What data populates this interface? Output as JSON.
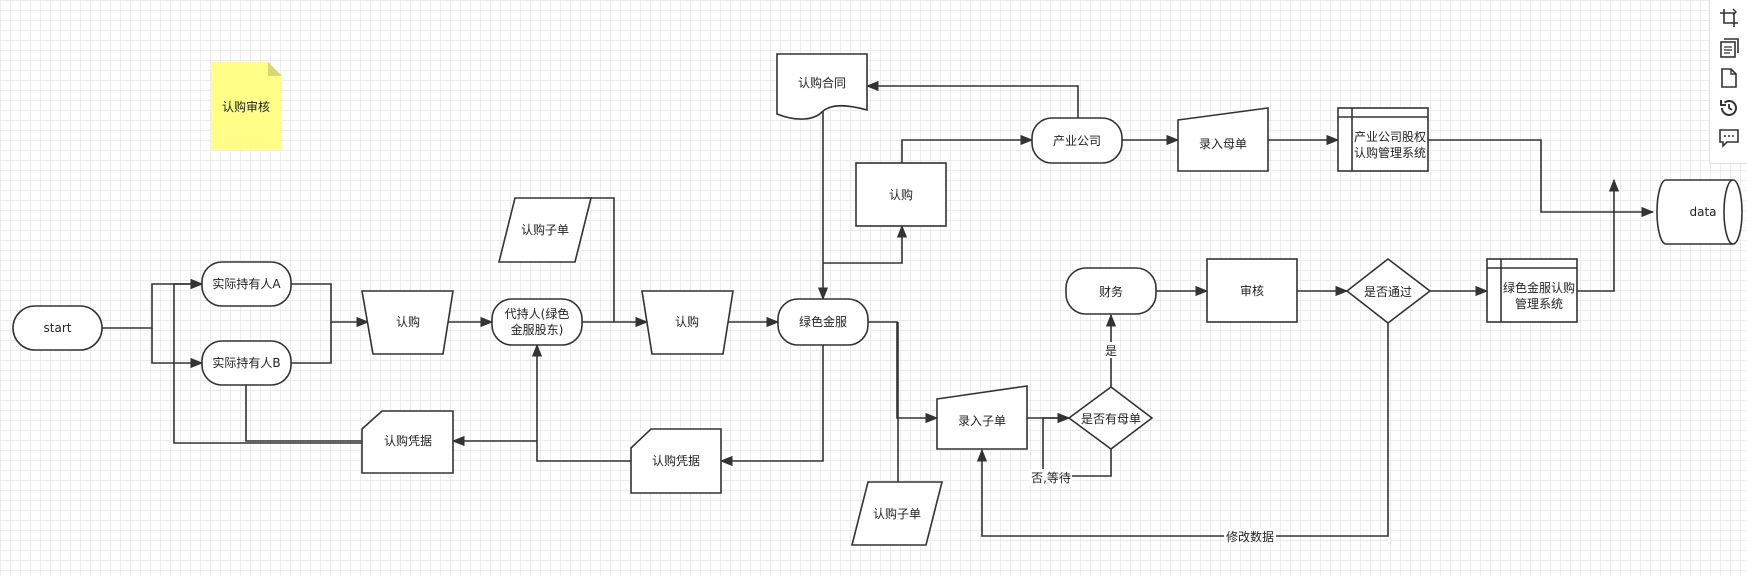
{
  "note": {
    "label": "认购审核",
    "color": "#ffff88"
  },
  "nodes": {
    "start": "start",
    "holder_a": "实际持有人A",
    "holder_b": "实际持有人B",
    "subscribe_1": "认购",
    "proxy_line1": "代持人(绿色",
    "proxy_line2": "金服股东)",
    "voucher_1": "认购凭据",
    "sub_order_1": "认购子单",
    "subscribe_2": "认购",
    "voucher_2": "认购凭据",
    "green_service": "绿色金服",
    "contract": "认购合同",
    "subscribe_3": "认购",
    "industry_company": "产业公司",
    "enter_parent": "录入母单",
    "equity_sys_line1": "产业公司股权",
    "equity_sys_line2": "认购管理系统",
    "finance": "财务",
    "review": "审核",
    "passed": "是否通过",
    "green_sys_line1": "绿色金服认购",
    "green_sys_line2": "管理系统",
    "data": "data",
    "enter_sub": "录入子单",
    "has_parent": "是否有母单",
    "sub_order_2": "认购子单"
  },
  "edge_labels": {
    "yes": "是",
    "no_wait": "否,等待",
    "modify": "修改数据"
  },
  "toolbar": {
    "icons": [
      "crop-icon",
      "copy-pages-icon",
      "blank-page-icon",
      "history-icon",
      "comment-icon"
    ]
  }
}
